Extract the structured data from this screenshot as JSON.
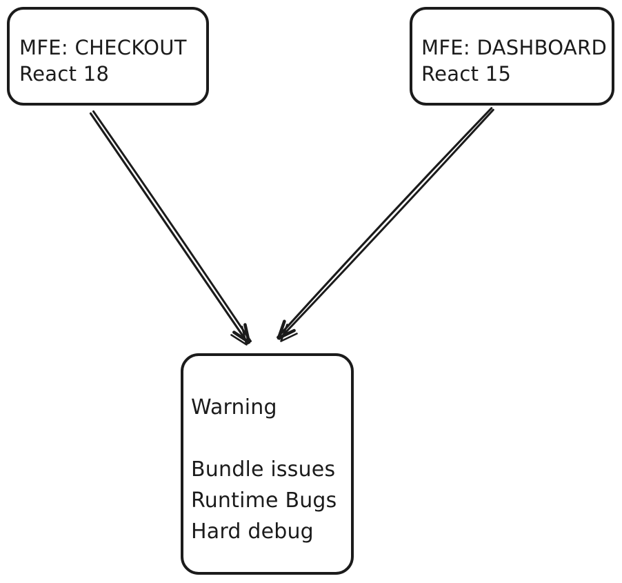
{
  "diagram": {
    "background": "#ffffff",
    "stroke_color": "#1b1b1b",
    "text_color": "#1b1b1b",
    "nodes": [
      {
        "id": "mfe-checkout",
        "title": "MFE: CHECKOUT",
        "subtitle": "React 18"
      },
      {
        "id": "mfe-dashboard",
        "title": "MFE: DASHBOARD",
        "subtitle": "React 15"
      },
      {
        "id": "warning",
        "title": "Warning",
        "lines": [
          "Bundle issues",
          "Runtime Bugs",
          "Hard debug"
        ]
      }
    ],
    "edges": [
      {
        "from": "mfe-checkout",
        "to": "warning"
      },
      {
        "from": "mfe-dashboard",
        "to": "warning"
      }
    ]
  }
}
